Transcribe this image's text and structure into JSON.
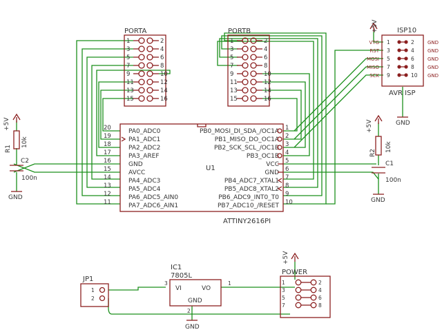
{
  "porta": {
    "name": "PORTA",
    "odd": [
      "1",
      "3",
      "5",
      "7",
      "9",
      "11",
      "13",
      "15"
    ],
    "even": [
      "2",
      "4",
      "6",
      "8",
      "10",
      "12",
      "14",
      "16"
    ]
  },
  "portb": {
    "name": "PORTB",
    "odd": [
      "1",
      "3",
      "5",
      "7",
      "9",
      "11",
      "13",
      "15"
    ],
    "even": [
      "2",
      "4",
      "6",
      "8",
      "10",
      "12",
      "14",
      "16"
    ]
  },
  "isp": {
    "name": "ISP10",
    "value": "AVR ISP",
    "vcc": "+5V",
    "gnd": "GND",
    "left_labels": [
      "VTG",
      "RST",
      "MOSI",
      "MISO",
      "SCK"
    ],
    "odd": [
      "1",
      "3",
      "5",
      "7",
      "9"
    ],
    "even": [
      "2",
      "4",
      "6",
      "8",
      "10"
    ],
    "right_labels": [
      "GND",
      "GND",
      "GND",
      "GND",
      "GND"
    ]
  },
  "u1": {
    "name": "U1",
    "value": "ATTINY2616PI",
    "left_pins": [
      {
        "num": "20",
        "label": "PA0_ADC0"
      },
      {
        "num": "19",
        "label": "PA1_ADC1"
      },
      {
        "num": "18",
        "label": "PA2_ADC2"
      },
      {
        "num": "17",
        "label": "PA3_AREF"
      },
      {
        "num": "16",
        "label": "GND"
      },
      {
        "num": "15",
        "label": "AVCC"
      },
      {
        "num": "14",
        "label": "PA4_ADC3"
      },
      {
        "num": "13",
        "label": "PA5_ADC4"
      },
      {
        "num": "12",
        "label": "PA6_ADC5_AIN0"
      },
      {
        "num": "11",
        "label": "PA7_ADC6_AIN1"
      }
    ],
    "right_pins": [
      {
        "num": "1",
        "label": "PB0_MOSI_DI_SDA_/OC1A"
      },
      {
        "num": "2",
        "label": "PB1_MISO_DO_OC1A"
      },
      {
        "num": "3",
        "label": "PB2_SCK_SCL_/OC1B"
      },
      {
        "num": "4",
        "label": "PB3_OC1B"
      },
      {
        "num": "5",
        "label": "VCC"
      },
      {
        "num": "6",
        "label": "GND"
      },
      {
        "num": "7",
        "label": "PB4_ADC7_XTAL1"
      },
      {
        "num": "8",
        "label": "PB5_ADC8_XTAL2"
      },
      {
        "num": "9",
        "label": "PB6_ADC9_INT0_T0"
      },
      {
        "num": "10",
        "label": "PB7_ADC10_/RESET"
      }
    ]
  },
  "r1": {
    "name": "R1",
    "value": "10k",
    "vcc": "+5V"
  },
  "c2": {
    "name": "C2",
    "value": "100n",
    "gnd": "GND"
  },
  "r2": {
    "name": "R2",
    "value": "10k",
    "vcc": "+5V"
  },
  "c1": {
    "name": "C1",
    "value": "100n",
    "gnd": "GND"
  },
  "ic1": {
    "name": "IC1",
    "value": "7805L",
    "vi": "VI",
    "vo": "VO",
    "gnd": "GND",
    "pin_vi": "3",
    "pin_vo": "1",
    "pin_gnd": "2",
    "gnd_sym": "GND"
  },
  "jp1": {
    "name": "JP1",
    "pins": [
      "1",
      "2"
    ]
  },
  "power": {
    "name": "POWER",
    "vcc": "+5V",
    "pins": [
      "1",
      "2",
      "3",
      "4",
      "5",
      "6",
      "7",
      "8"
    ]
  }
}
